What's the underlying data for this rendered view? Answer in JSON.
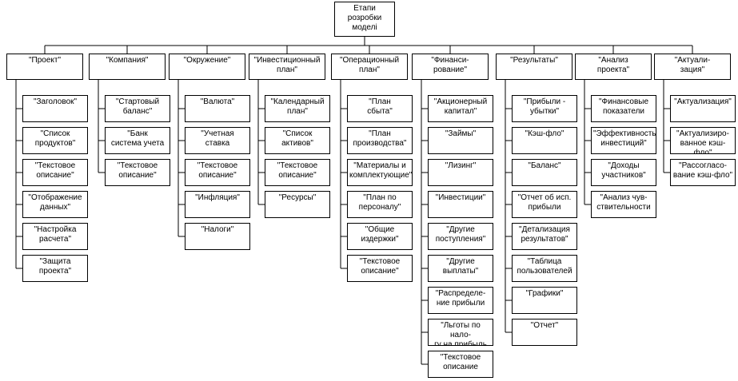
{
  "root": "Етапи\nрозробки\nмоделі",
  "columns": [
    {
      "title": "\"Проект\"",
      "items": [
        "\"Заголовок\"",
        "\"Список\nпродуктов\"",
        "\"Текстовое\nописание\"",
        "\"Отображение\nданных\"",
        "\"Настройка\nрасчета\"",
        "\"Защита\nпроекта\""
      ]
    },
    {
      "title": "\"Компания\"",
      "items": [
        "\"Стартовый\nбаланс\"",
        "\"Банк\nсистема учета",
        "\"Текстовое\nописание\""
      ]
    },
    {
      "title": "\"Окружение\"",
      "items": [
        "\"Валюта\"",
        "\"Учетная\nставка",
        "\"Текстовое\nописание\"",
        "\"Инфляция\"",
        "\"Налоги\""
      ]
    },
    {
      "title": "\"Инвестиционный\nплан\"",
      "items": [
        "\"Календарный\nплан\"",
        "\"Список\nактивов\"",
        "\"Текстовое\nописание\"",
        "\"Ресурсы\""
      ]
    },
    {
      "title": "\"Операционный\nплан\"",
      "items": [
        "\"План\nсбыта\"",
        "\"План\nпроизводства\"",
        "\"Материалы и\nкомплектующие\"",
        "\"План по\nперсоналу\"",
        "\"Общие\nиздержки\"",
        "\"Текстовое\nописание\""
      ]
    },
    {
      "title": "\"Финанси-\nрование\"",
      "items": [
        "\"Акционерный\nкапитал\"",
        "\"Займы\"",
        "\"Лизинг\"",
        "\"Инвестиции\"",
        "\"Другие\nпоступления\"",
        "\"Другие\nвыплаты\"",
        "\"Распределе-\nние прибыли",
        "\"Льготы по нало-\nгу на прибыль",
        "\"Текстовое\nописание"
      ]
    },
    {
      "title": "\"Результаты\"",
      "items": [
        "\"Прибыли -\nубытки\"",
        "\"Кэш-фло\"",
        "\"Баланс\"",
        "\"Отчет об исп.\nприбыли",
        "\"Детализация\nрезультатов\"",
        "\"Таблица\nпользователей",
        "\"Графики\"",
        "\"Отчет\""
      ]
    },
    {
      "title": "\"Анализ\nпроекта\"",
      "items": [
        "\"Финансовые\nпоказатели",
        "\"Эффективность\nинвестиций\"",
        "\"Доходы\nучастников\"",
        "\"Анализ чув-\nствительности"
      ]
    },
    {
      "title": "\"Актуали-\nзация\"",
      "items": [
        "\"Актуализация\"",
        "\"Актуализиро-\nванное кэш-фло\"",
        "\"Рассогласо-\nвание кэш-фло\""
      ]
    }
  ]
}
